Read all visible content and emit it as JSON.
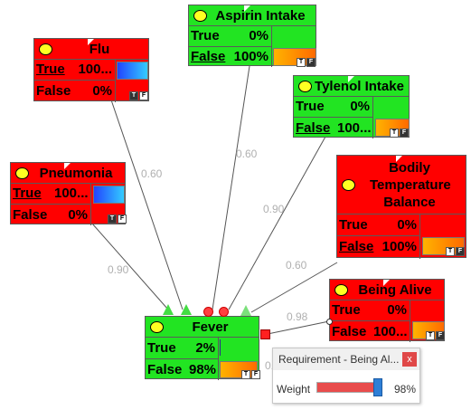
{
  "nodes": {
    "aspirin": {
      "title": "Aspirin Intake",
      "states": [
        {
          "label": "True",
          "value": "0%"
        },
        {
          "label": "False",
          "value": "100%"
        }
      ]
    },
    "flu": {
      "title": "Flu",
      "states": [
        {
          "label": "True",
          "value": "100..."
        },
        {
          "label": "False",
          "value": "0%"
        }
      ]
    },
    "tylenol": {
      "title": "Tylenol Intake",
      "states": [
        {
          "label": "True",
          "value": "0%"
        },
        {
          "label": "False",
          "value": "100..."
        }
      ]
    },
    "pneumonia": {
      "title": "Pneumonia",
      "states": [
        {
          "label": "True",
          "value": "100..."
        },
        {
          "label": "False",
          "value": "0%"
        }
      ]
    },
    "bodily": {
      "title": "Bodily Temperature Balance",
      "states": [
        {
          "label": "True",
          "value": "0%"
        },
        {
          "label": "False",
          "value": "100%"
        }
      ]
    },
    "alive": {
      "title": "Being Alive",
      "states": [
        {
          "label": "True",
          "value": "0%"
        },
        {
          "label": "False",
          "value": "100..."
        }
      ]
    },
    "fever": {
      "title": "Fever",
      "states": [
        {
          "label": "True",
          "value": "2%"
        },
        {
          "label": "False",
          "value": "98%"
        }
      ]
    }
  },
  "tf_labels": {
    "t": "T",
    "f": "F"
  },
  "edge_weights": {
    "flu_fever": "0.60",
    "aspirin_fever": "0.60",
    "tylenol_fever": "0.90",
    "pneumonia_fever": "0.90",
    "bodily_fever": "0.60",
    "alive_fever": "0.98",
    "partial": "0."
  },
  "requirement_panel": {
    "title": "Requirement - Being Al...",
    "close_label": "x",
    "weight_label": "Weight",
    "weight_percent": "98%",
    "weight_fraction": 0.98
  },
  "colors": {
    "red_node": "#ff0000",
    "green_node": "#22e422",
    "bulb": "#ffff22",
    "edge": "#555555"
  }
}
